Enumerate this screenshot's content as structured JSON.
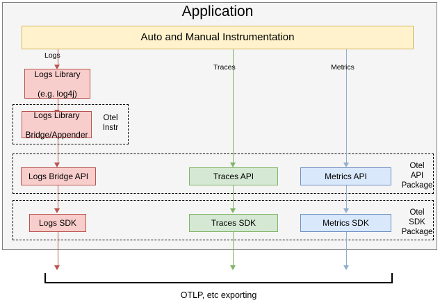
{
  "diagram": {
    "title": "Application",
    "bottom_caption": "OTLP, etc exporting",
    "colors": {
      "logs_fill": "#f8cecc",
      "logs_stroke": "#b85450",
      "traces_fill": "#d5e8d4",
      "traces_stroke": "#82b366",
      "metrics_fill": "#dae8fc",
      "metrics_stroke": "#6c8ebf",
      "instrumentation_fill": "#fff2cc",
      "instrumentation_stroke": "#d6b656",
      "container_fill": "#f5f5f5",
      "container_stroke": "#808080"
    },
    "instrumentation": {
      "label": "Auto and Manual Instrumentation"
    },
    "edge_labels": {
      "logs": "Logs",
      "traces": "Traces",
      "metrics": "Metrics"
    },
    "groups": [
      {
        "name": "otel-instr",
        "label_line1": "Otel",
        "label_line2": "Instr",
        "label_line3": ""
      },
      {
        "name": "otel-api-package",
        "label_line1": "Otel",
        "label_line2": "API",
        "label_line3": "Package"
      },
      {
        "name": "otel-sdk-package",
        "label_line1": "Otel",
        "label_line2": "SDK",
        "label_line3": "Package"
      }
    ],
    "nodes": {
      "logs_library": {
        "line1": "Logs Library",
        "line2": "(e.g. log4j)"
      },
      "logs_bridge_appender": {
        "line1": "Logs Library",
        "line2": "Bridge/Appender"
      },
      "logs_bridge_api": {
        "label": "Logs Bridge API"
      },
      "traces_api": {
        "label": "Traces API"
      },
      "metrics_api": {
        "label": "Metrics API"
      },
      "logs_sdk": {
        "label": "Logs SDK"
      },
      "traces_sdk": {
        "label": "Traces SDK"
      },
      "metrics_sdk": {
        "label": "Metrics SDK"
      }
    }
  }
}
